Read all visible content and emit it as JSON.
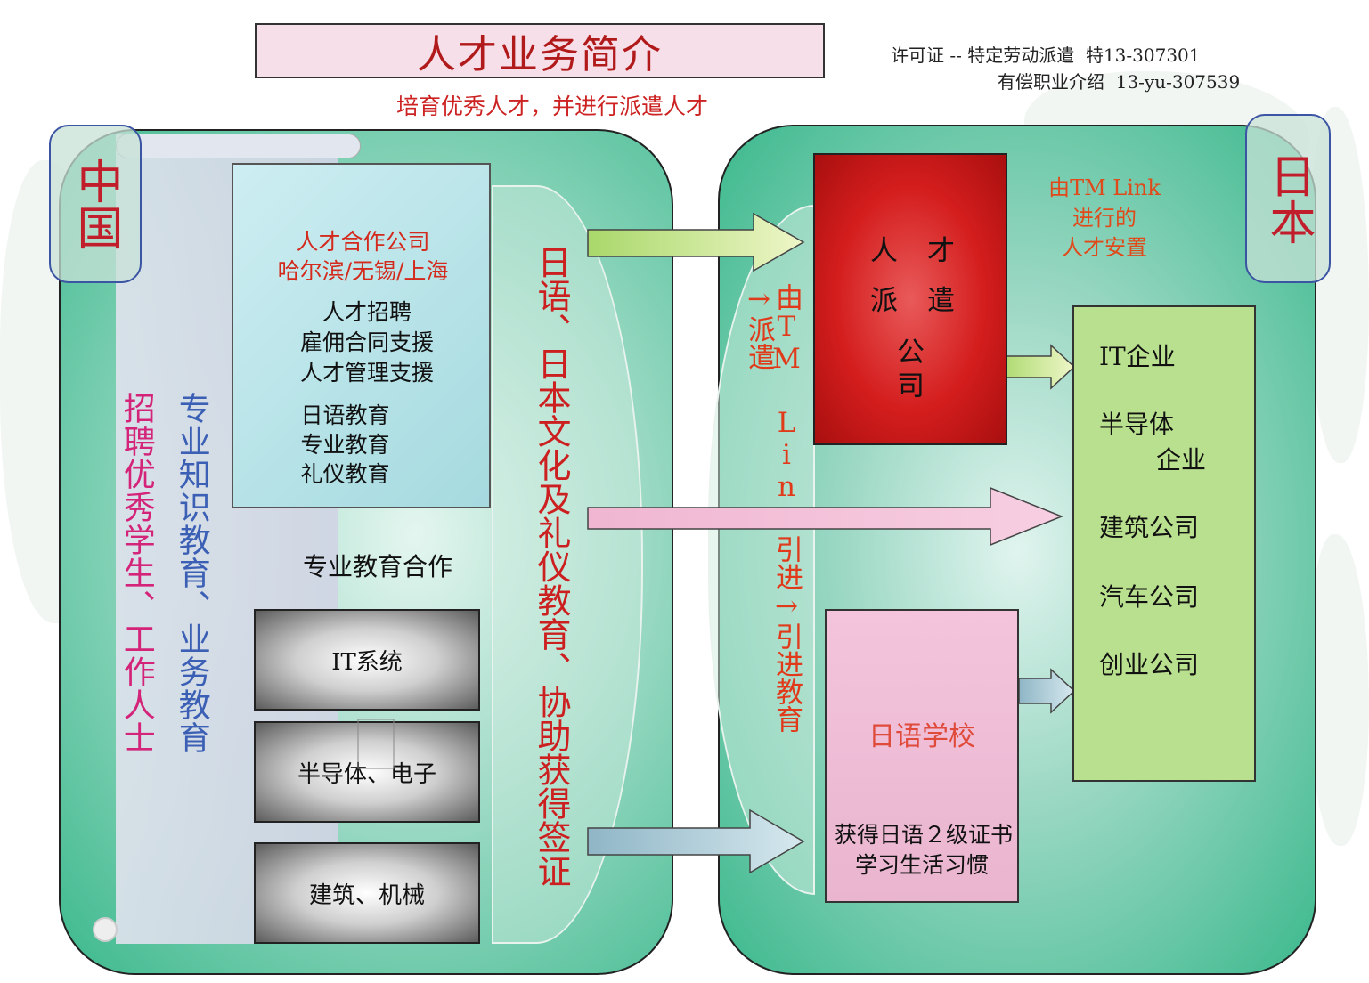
{
  "title": "人才业务简介",
  "subtitle": "培育优秀人才，并进行派遣人才",
  "license": {
    "line1": "许可证 -- 特定劳动派遣  特13-307301",
    "line2": "有偿职业介绍  13-yu-307539"
  },
  "china": {
    "label": "中国",
    "recruit_text": "招聘优秀学生、工作人士",
    "education_text": "专业知识教育、业务教育",
    "partner": {
      "company": "人才合作公司",
      "cities": "哈尔滨/无锡/上海",
      "services": [
        "人才招聘",
        "雇佣合同支援",
        "人才管理支援"
      ],
      "education": [
        "日语教育",
        "专业教育",
        "礼仪教育"
      ]
    },
    "cooperation_label": "专业教育合作",
    "fields": [
      "IT系统",
      "半导体、电子",
      "建筑、机械"
    ],
    "curve_text": "日语、日本文化及礼仪教育、协助获得签证"
  },
  "middle_text": "由TM Link引进→引进教育→派遣",
  "japan": {
    "label": "日本",
    "dispatch_company": [
      "人",
      "才",
      "派",
      "遣",
      "公",
      "司"
    ],
    "placement_note": [
      "由TM Link",
      "进行的",
      "人才安置"
    ],
    "school": {
      "name": "日语学校",
      "goals": [
        "获得日语２级证书",
        "学习生活习惯"
      ]
    },
    "industries": [
      "IT企业",
      "半导体",
      "企业",
      "建筑公司",
      "汽车公司",
      "创业公司"
    ]
  }
}
